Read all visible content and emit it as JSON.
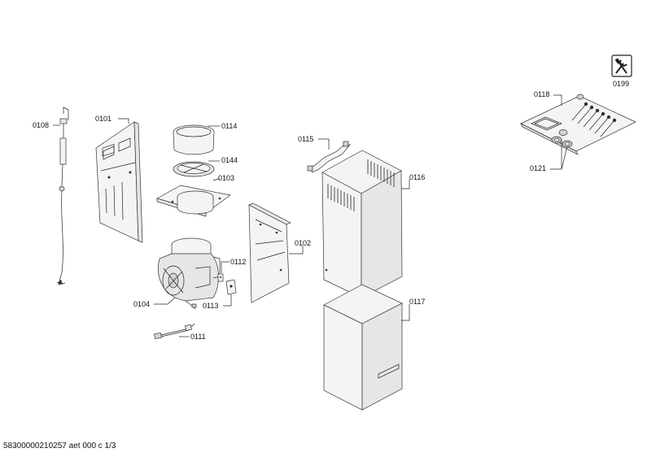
{
  "labels": {
    "p0101": "0101",
    "p0102": "0102",
    "p0103": "0103",
    "p0104": "0104",
    "p0108": "0108",
    "p0111": "0111",
    "p0112": "0112",
    "p0113": "0113",
    "p0114": "0114",
    "p0115": "0115",
    "p0116": "0116",
    "p0117": "0117",
    "p0118": "0118",
    "p0121": "0121",
    "p0144": "0144",
    "p0199": "0199"
  },
  "footer": {
    "code": "58300000210257 aet 000 c 1/3"
  },
  "colors": {
    "line": "#222222",
    "part_fill": "#f4f4f4",
    "shade": "#d2d2d2"
  },
  "icons": {
    "tool": "wrench-screwdriver-icon"
  }
}
